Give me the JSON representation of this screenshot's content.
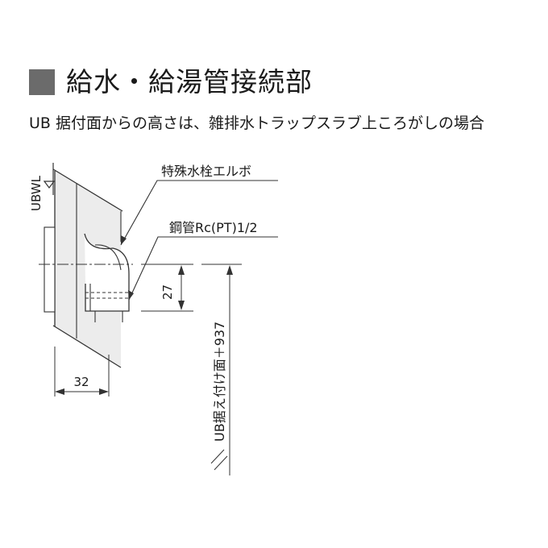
{
  "header": {
    "title": "給水・給湯管接続部"
  },
  "subtitle": "UB 据付面からの高さは、雑排水トラップスラブ上ころがしの場合",
  "diagram": {
    "labels": {
      "ubwl": "UBWL",
      "elbow": "特殊水栓エルボ",
      "pipe": "鋼管Rc(PT)1/2",
      "dim_27": "27",
      "dim_32": "32",
      "height_ref": "UB据え付け面＋937"
    }
  },
  "colors": {
    "square": "#6b6b6b",
    "wall_fill": "#ececec",
    "line": "#333333"
  }
}
